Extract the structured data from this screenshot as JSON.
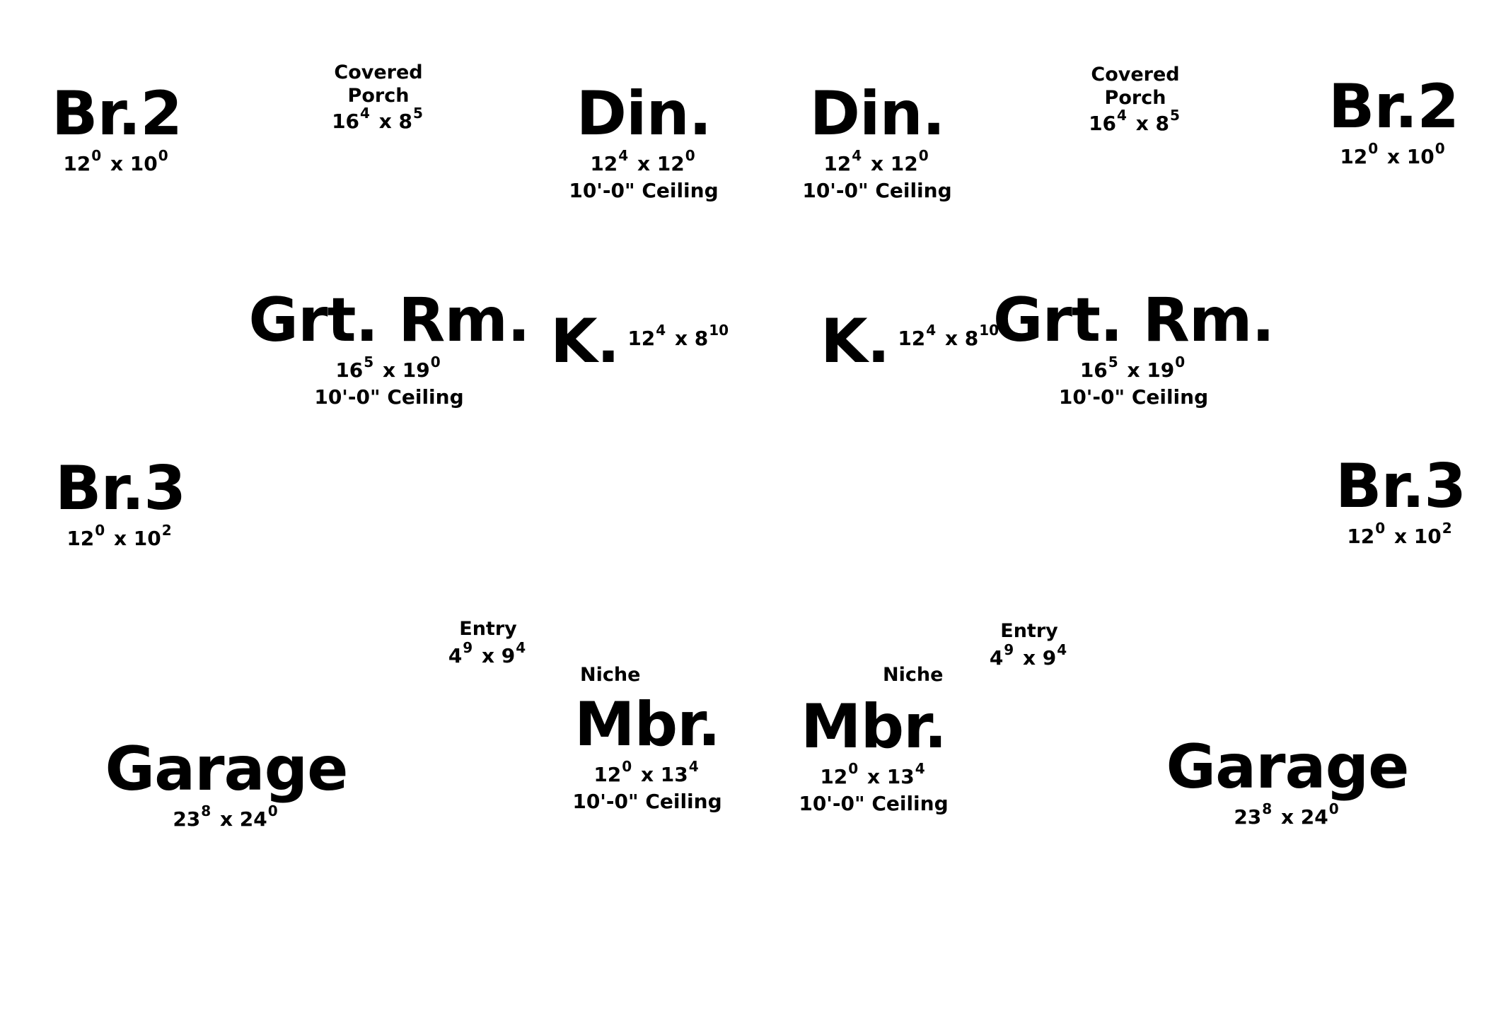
{
  "left": {
    "br2": {
      "name": "Br.2",
      "w": "12",
      "w_in": "0",
      "d": "10",
      "d_in": "0"
    },
    "porch": {
      "line1": "Covered",
      "line2": "Porch",
      "w": "16",
      "w_in": "4",
      "d": "8",
      "d_in": "5"
    },
    "din": {
      "name": "Din.",
      "w": "12",
      "w_in": "4",
      "d": "12",
      "d_in": "0",
      "ceiling": "10'-0\" Ceiling"
    },
    "grt": {
      "name": "Grt. Rm.",
      "w": "16",
      "w_in": "5",
      "d": "19",
      "d_in": "0",
      "ceiling": "10'-0\" Ceiling"
    },
    "k": {
      "name": "K.",
      "w": "12",
      "w_in": "4",
      "d": "8",
      "d_in": "10"
    },
    "br3": {
      "name": "Br.3",
      "w": "12",
      "w_in": "0",
      "d": "10",
      "d_in": "2"
    },
    "entry": {
      "name": "Entry",
      "w": "4",
      "w_in": "9",
      "d": "9",
      "d_in": "4"
    },
    "niche": "Niche",
    "mbr": {
      "name": "Mbr.",
      "w": "12",
      "w_in": "0",
      "d": "13",
      "d_in": "4",
      "ceiling": "10'-0\" Ceiling"
    },
    "garage": {
      "name": "Garage",
      "w": "23",
      "w_in": "8",
      "d": "24",
      "d_in": "0"
    }
  },
  "right": {
    "br2": {
      "name": "Br.2",
      "w": "12",
      "w_in": "0",
      "d": "10",
      "d_in": "0"
    },
    "porch": {
      "line1": "Covered",
      "line2": "Porch",
      "w": "16",
      "w_in": "4",
      "d": "8",
      "d_in": "5"
    },
    "din": {
      "name": "Din.",
      "w": "12",
      "w_in": "4",
      "d": "12",
      "d_in": "0",
      "ceiling": "10'-0\" Ceiling"
    },
    "grt": {
      "name": "Grt. Rm.",
      "w": "16",
      "w_in": "5",
      "d": "19",
      "d_in": "0",
      "ceiling": "10'-0\" Ceiling"
    },
    "k": {
      "name": "K.",
      "w": "12",
      "w_in": "4",
      "d": "8",
      "d_in": "10"
    },
    "br3": {
      "name": "Br.3",
      "w": "12",
      "w_in": "0",
      "d": "10",
      "d_in": "2"
    },
    "entry": {
      "name": "Entry",
      "w": "4",
      "w_in": "9",
      "d": "9",
      "d_in": "4"
    },
    "niche": "Niche",
    "mbr": {
      "name": "Mbr.",
      "w": "12",
      "w_in": "0",
      "d": "13",
      "d_in": "4",
      "ceiling": "10'-0\" Ceiling"
    },
    "garage": {
      "name": "Garage",
      "w": "23",
      "w_in": "8",
      "d": "24",
      "d_in": "0"
    }
  },
  "dim_separator": "x"
}
